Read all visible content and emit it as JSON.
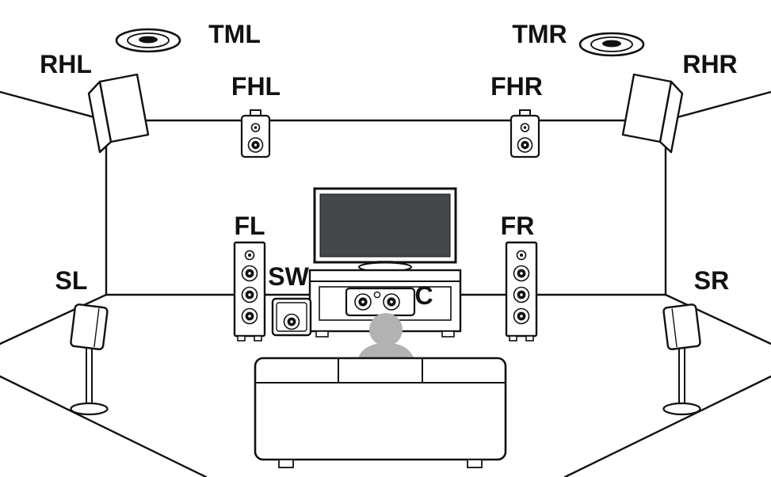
{
  "diagram": {
    "type": "speaker-layout-room",
    "colors": {
      "line": "#111111",
      "screen": "#44484b",
      "person": "#b2b2b2",
      "background": "#ffffff"
    },
    "labels": {
      "rhl": "RHL",
      "tml": "TML",
      "fhl": "FHL",
      "fhr": "FHR",
      "tmr": "TMR",
      "rhr": "RHR",
      "fl": "FL",
      "fr": "FR",
      "sl": "SL",
      "sw": "SW",
      "c": "C",
      "sr": "SR"
    }
  }
}
